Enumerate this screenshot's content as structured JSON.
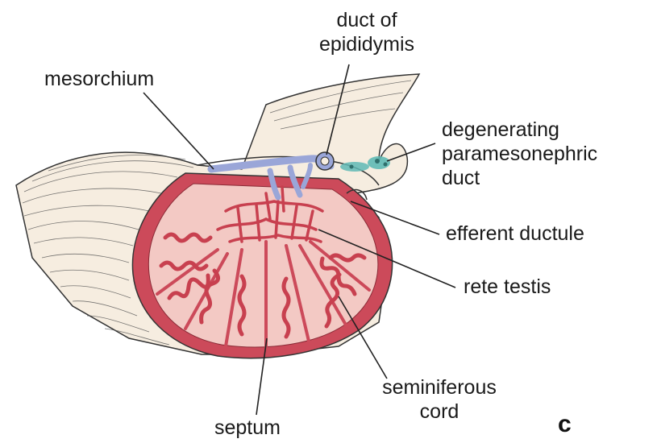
{
  "labels": {
    "duct_of_epididymis": [
      "duct of",
      "epididymis"
    ],
    "mesorchium": "mesorchium",
    "degenerating_paramesonephric_duct": [
      "degenerating",
      "paramesonephric",
      "duct"
    ],
    "efferent_ductule": "efferent ductule",
    "rete_testis": "rete testis",
    "seminiferous_cord": [
      "seminiferous",
      "cord"
    ],
    "septum": "septum"
  },
  "panel_letter": "c",
  "colors": {
    "tunica": "#cc4a5a",
    "testis_fill": "#f3c9c4",
    "cords": "#c8404f",
    "efferent_duct": "#9aa6d8",
    "paramesonephric_duct": "#5fb9b5",
    "mesentery": "#f6ede0",
    "outline": "#333333"
  }
}
